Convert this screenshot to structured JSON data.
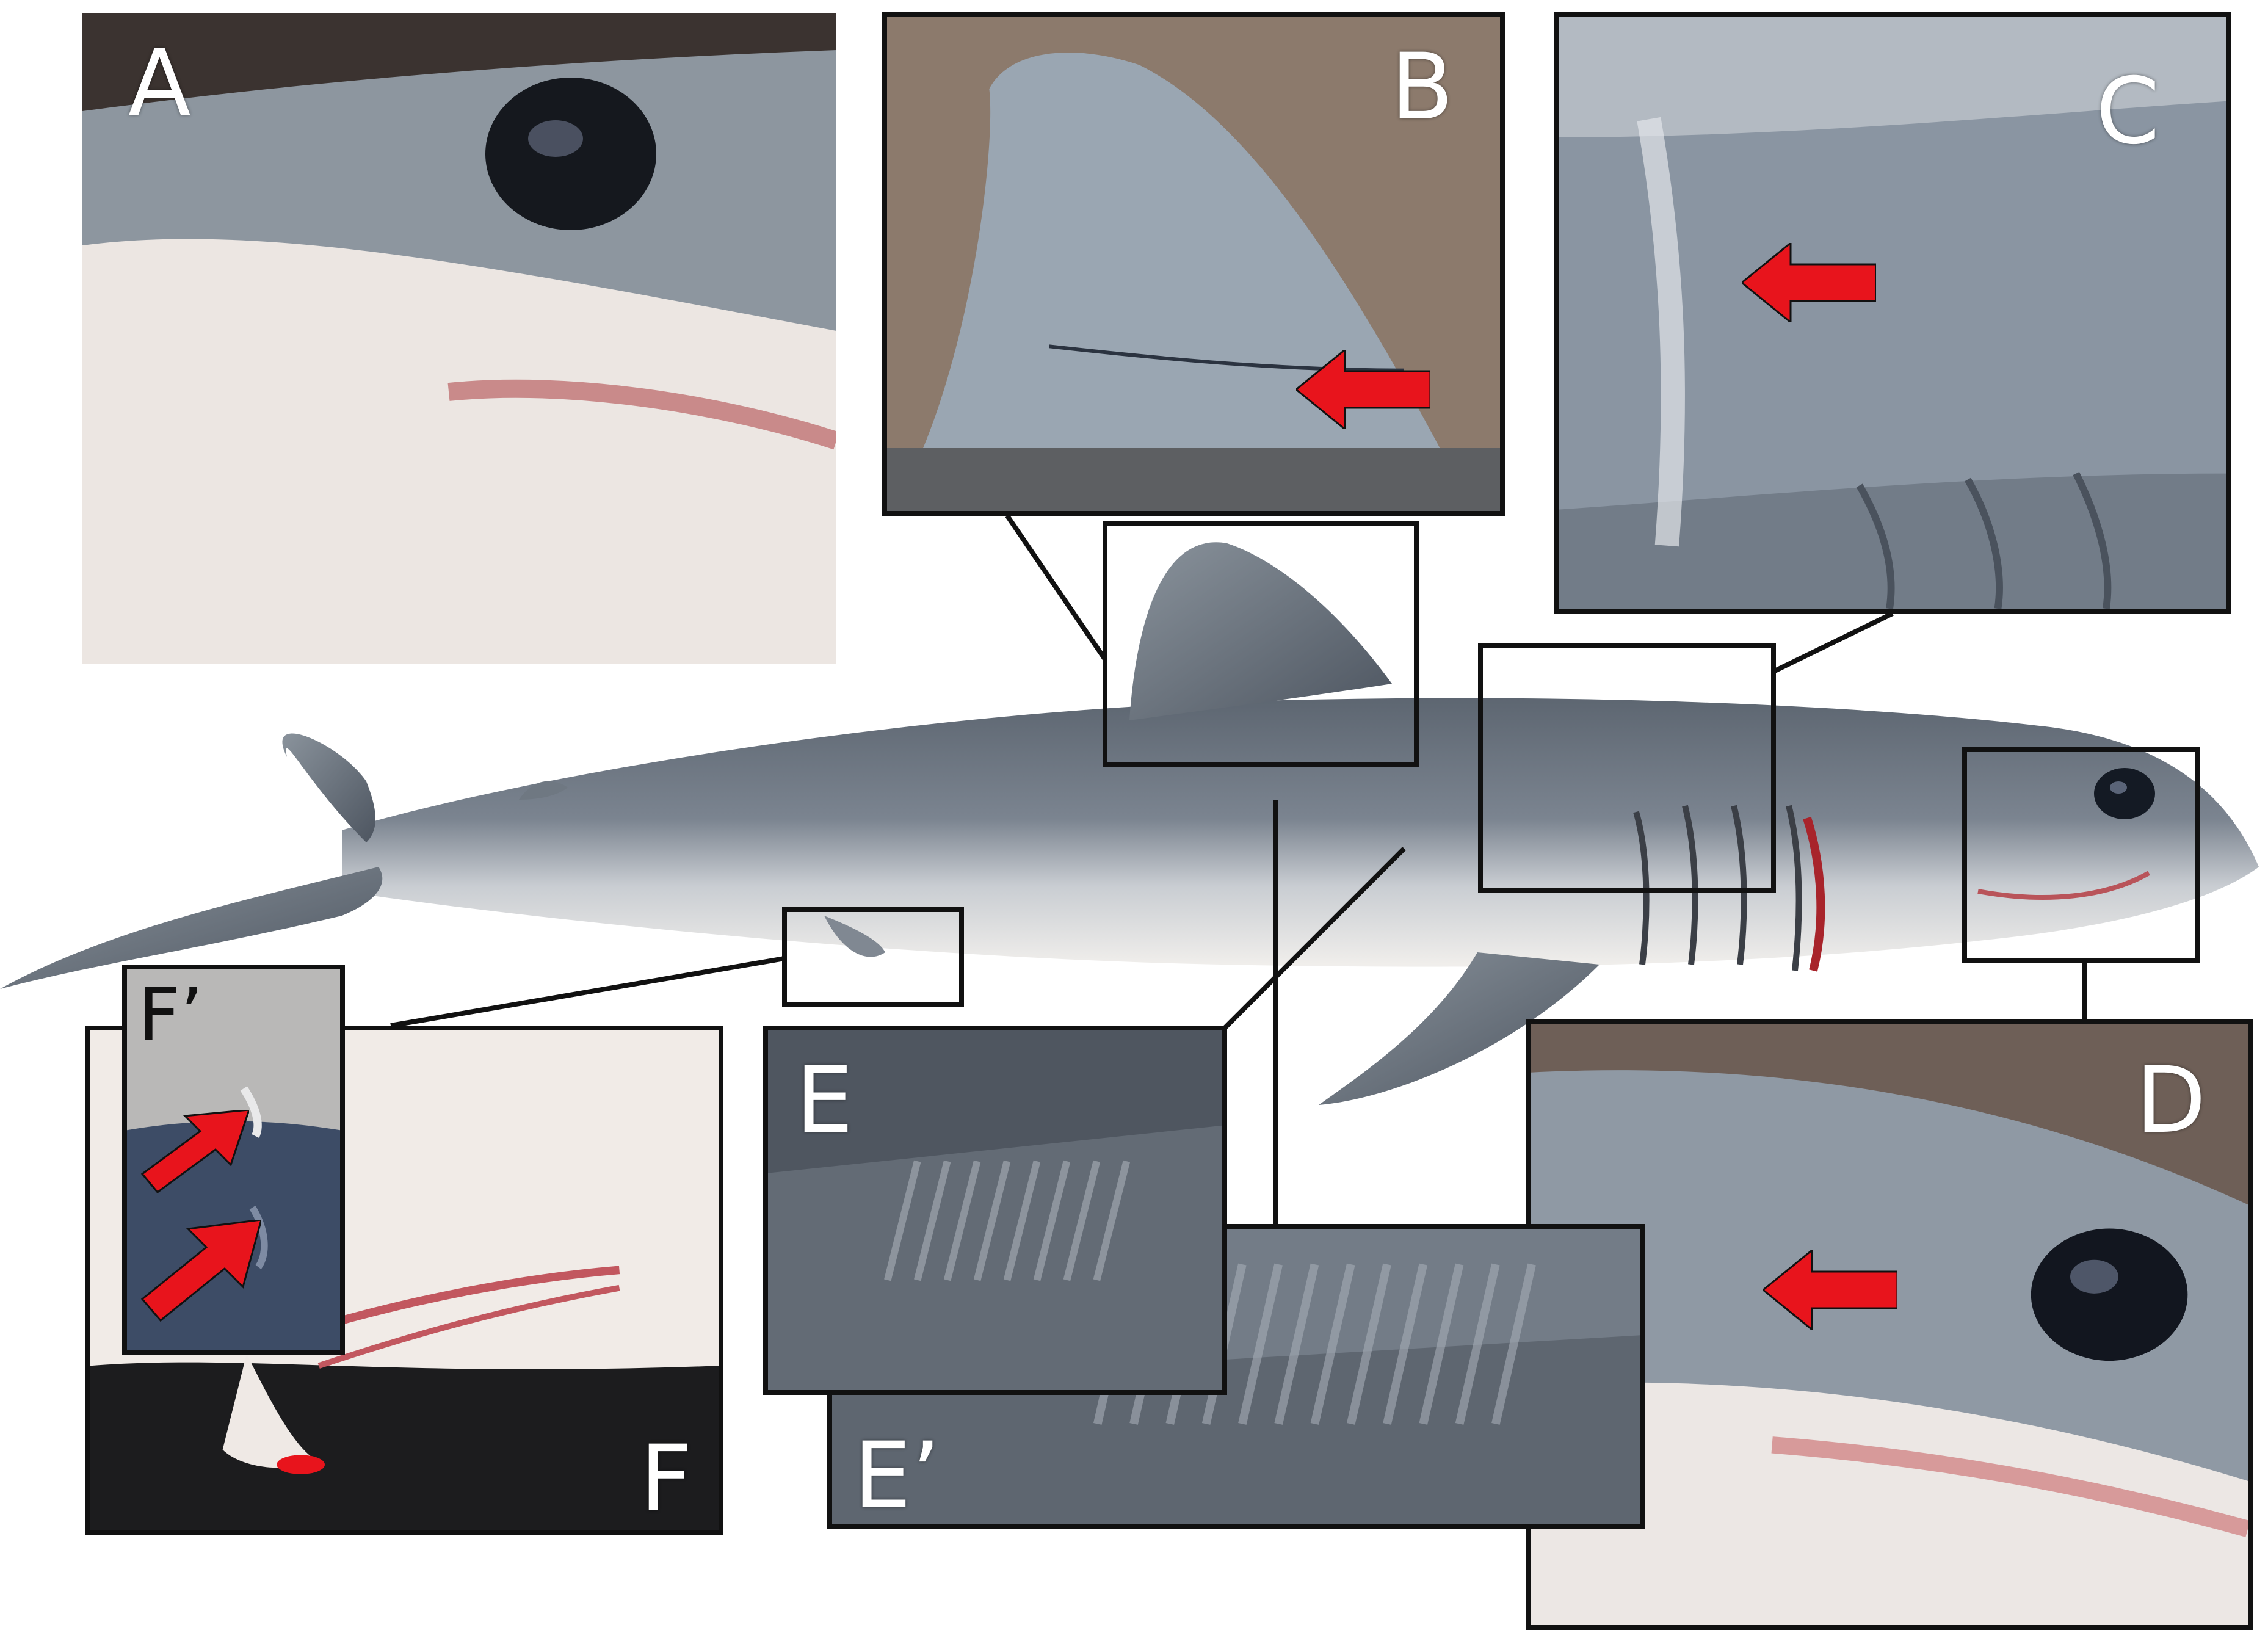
{
  "panels": {
    "a": {
      "label": "A"
    },
    "b": {
      "label": "B"
    },
    "c": {
      "label": "C"
    },
    "d": {
      "label": "D"
    },
    "e": {
      "label": "E"
    },
    "e_prime": {
      "label": "E’"
    },
    "f": {
      "label": "F"
    },
    "f_prime": {
      "label": "F’"
    }
  },
  "colors": {
    "arrow": "#e8141c",
    "frame": "#111111",
    "background": "#ffffff"
  }
}
